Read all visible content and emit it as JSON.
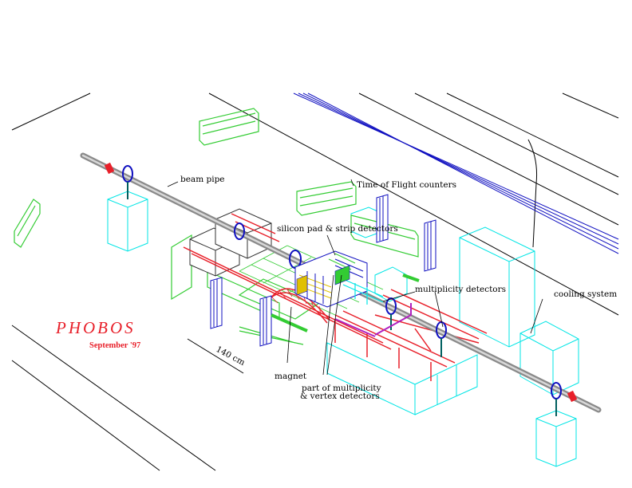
{
  "title": "PHOBOS",
  "date": "September '97",
  "labels": {
    "beam_pipe": "beam pipe",
    "tof": "Time of Flight counters",
    "silicon": "silicon pad & strip detectors",
    "multiplicity": "multiplicity detectors",
    "cooling": "cooling system",
    "dimension": "140 cm",
    "magnet": "magnet",
    "vertex_1": "part of multiplicity",
    "vertex_2": "& vertex detectors"
  },
  "colors": {
    "cyan": "#00e5e5",
    "green": "#33cc33",
    "red": "#e8202a",
    "blue": "#1010c0",
    "gray": "#8a8a8a"
  }
}
